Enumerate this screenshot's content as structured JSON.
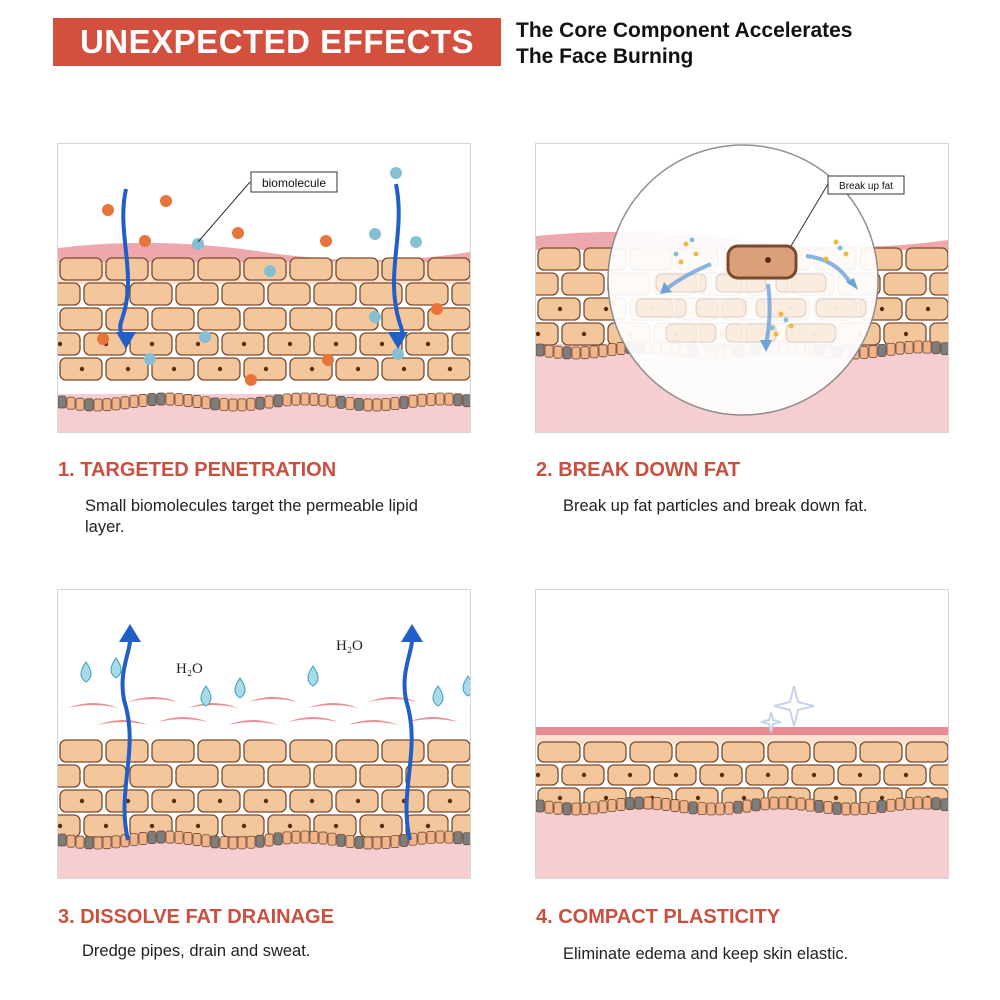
{
  "header": {
    "banner": "UNEXPECTED EFFECTS",
    "subtitle_line1": "The Core Component Accelerates",
    "subtitle_line2": "The Face Burning"
  },
  "panels": [
    {
      "title": "1. TARGETED PENETRATION",
      "desc": "Small biomolecules target the permeable lipid layer.",
      "label": "biomolecule"
    },
    {
      "title": "2. BREAK DOWN FAT",
      "desc": "Break up fat particles and break down fat.",
      "label": "Break up fat"
    },
    {
      "title": "3. DISSOLVE FAT DRAINAGE",
      "desc": "Dredge pipes, drain and sweat.",
      "label1": "H₂O",
      "label2": "H₂O"
    },
    {
      "title": "4. COMPACT PLASTICITY",
      "desc": "Eliminate edema and keep skin elastic."
    }
  ],
  "colors": {
    "accent": "#c9503e",
    "banner": "#d3503f",
    "cell_fill": "#f4c69c",
    "cell_stroke": "#7a4a2e",
    "dermis": "#f6cdd0",
    "arrow": "#1f5fc7",
    "molecule_orange": "#e8743b",
    "molecule_blue": "#86bfd2"
  }
}
